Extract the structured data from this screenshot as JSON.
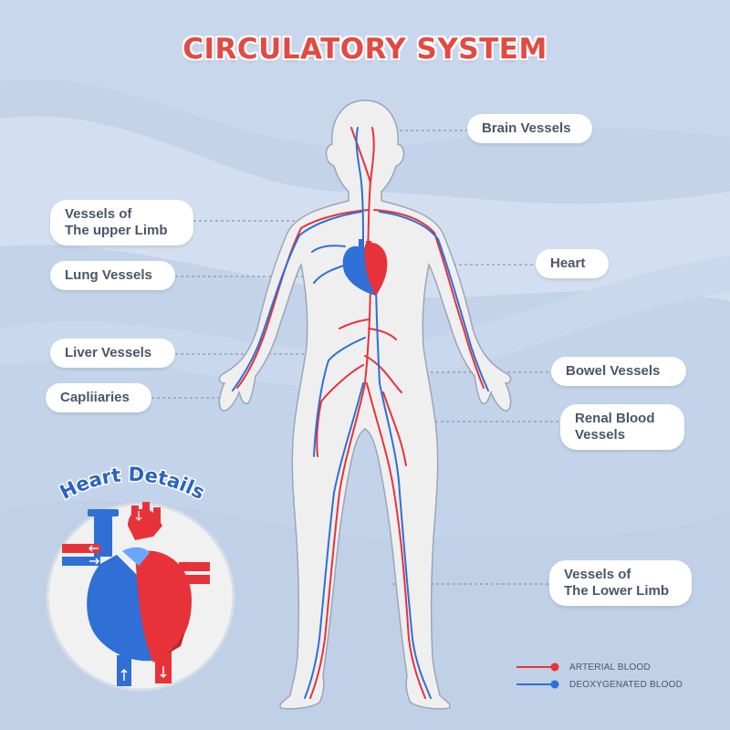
{
  "title": "CIRCULATORY SYSTEM",
  "labels": {
    "brain": "Brain Vessels",
    "upper_limb_line1": "Vessels of",
    "upper_limb_line2": "The upper Limb",
    "lung": "Lung Vessels",
    "heart": "Heart",
    "liver": "Liver Vessels",
    "bowel": "Bowel Vessels",
    "capillaries": "Capliiaries",
    "renal_line1": "Renal Blood",
    "renal_line2": "Vessels",
    "lower_limb_line1": "Vessels of",
    "lower_limb_line2": "The Lower Limb"
  },
  "heart_details": "Heart Details",
  "legend": {
    "arterial": "ARTERIAL BLOOD",
    "deoxygenated": "DEOXYGENATED BLOOD"
  },
  "colors": {
    "background": "#c3d3e9",
    "arterial": "#e8323a",
    "deoxygenated": "#2f6fd6",
    "title": "#e24a42",
    "label_text": "#4a5668"
  }
}
